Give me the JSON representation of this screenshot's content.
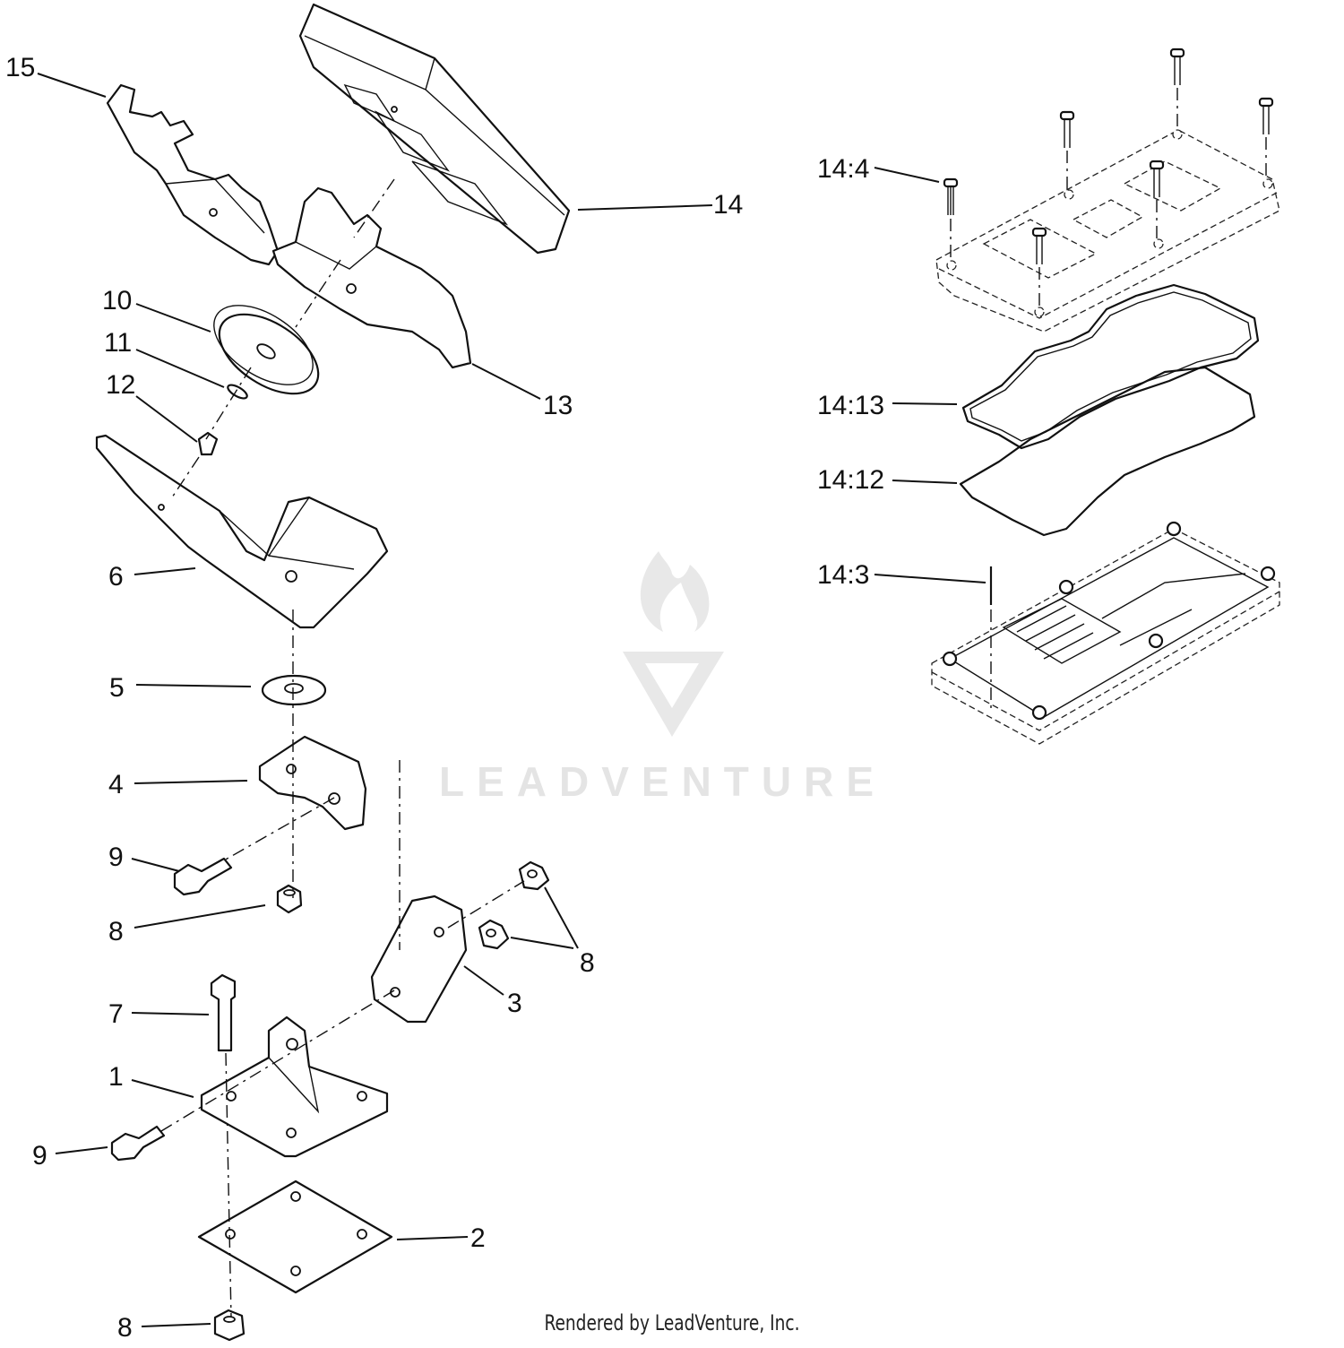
{
  "callouts": {
    "c15": "15",
    "c14": "14",
    "c10": "10",
    "c11": "11",
    "c12": "12",
    "c13": "13",
    "c6": "6",
    "c5": "5",
    "c4": "4",
    "c9a": "9",
    "c8a": "8",
    "c8b": "8",
    "c7": "7",
    "c3": "3",
    "c1": "1",
    "c9b": "9",
    "c2": "2",
    "c8c": "8",
    "c14_4": "14:4",
    "c14_13": "14:13",
    "c14_12": "14:12",
    "c14_3": "14:3"
  },
  "watermark": {
    "text": "LEADVENTURE"
  },
  "footer": {
    "text": "Rendered by LeadVenture, Inc."
  }
}
